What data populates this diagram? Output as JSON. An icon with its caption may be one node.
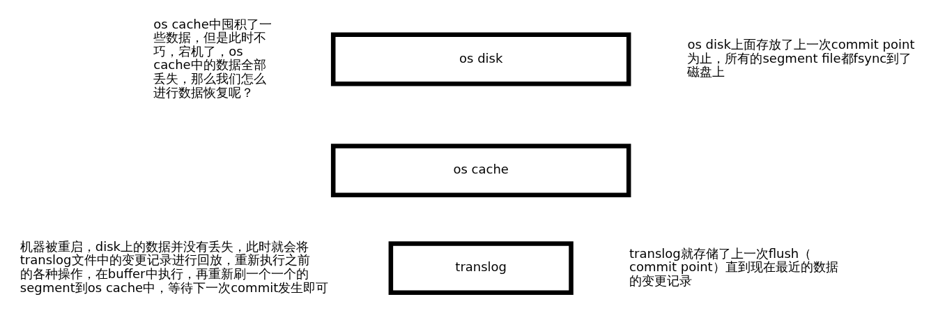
{
  "diagram": {
    "nodes": [
      {
        "text": [
          "os disk"
        ]
      },
      {
        "text": [
          "os cache"
        ]
      },
      {
        "text": [
          "translog"
        ]
      }
    ],
    "edges": [],
    "labels": [
      "os cache中囤积了一些数据，但是此时不巧，宕机了，os cache中的数据全部丢失，那么我们怎么进行数据恢复呢？",
      "os disk上面存放了上一次commit point为止，所有的segment file都fsync到了磁盘上",
      "机器被重启，disk上的数据并没有丢失，此时就会将translog文件中的变更记录进行回放，重新执行之前的各种操作，在buffer中执行，再重新刷一个一个的segment到os cache中，等待下一次commit发生即可",
      "translog就存储了上一次flush（commit point）直到现在最近的数据的变更记录"
    ]
  }
}
